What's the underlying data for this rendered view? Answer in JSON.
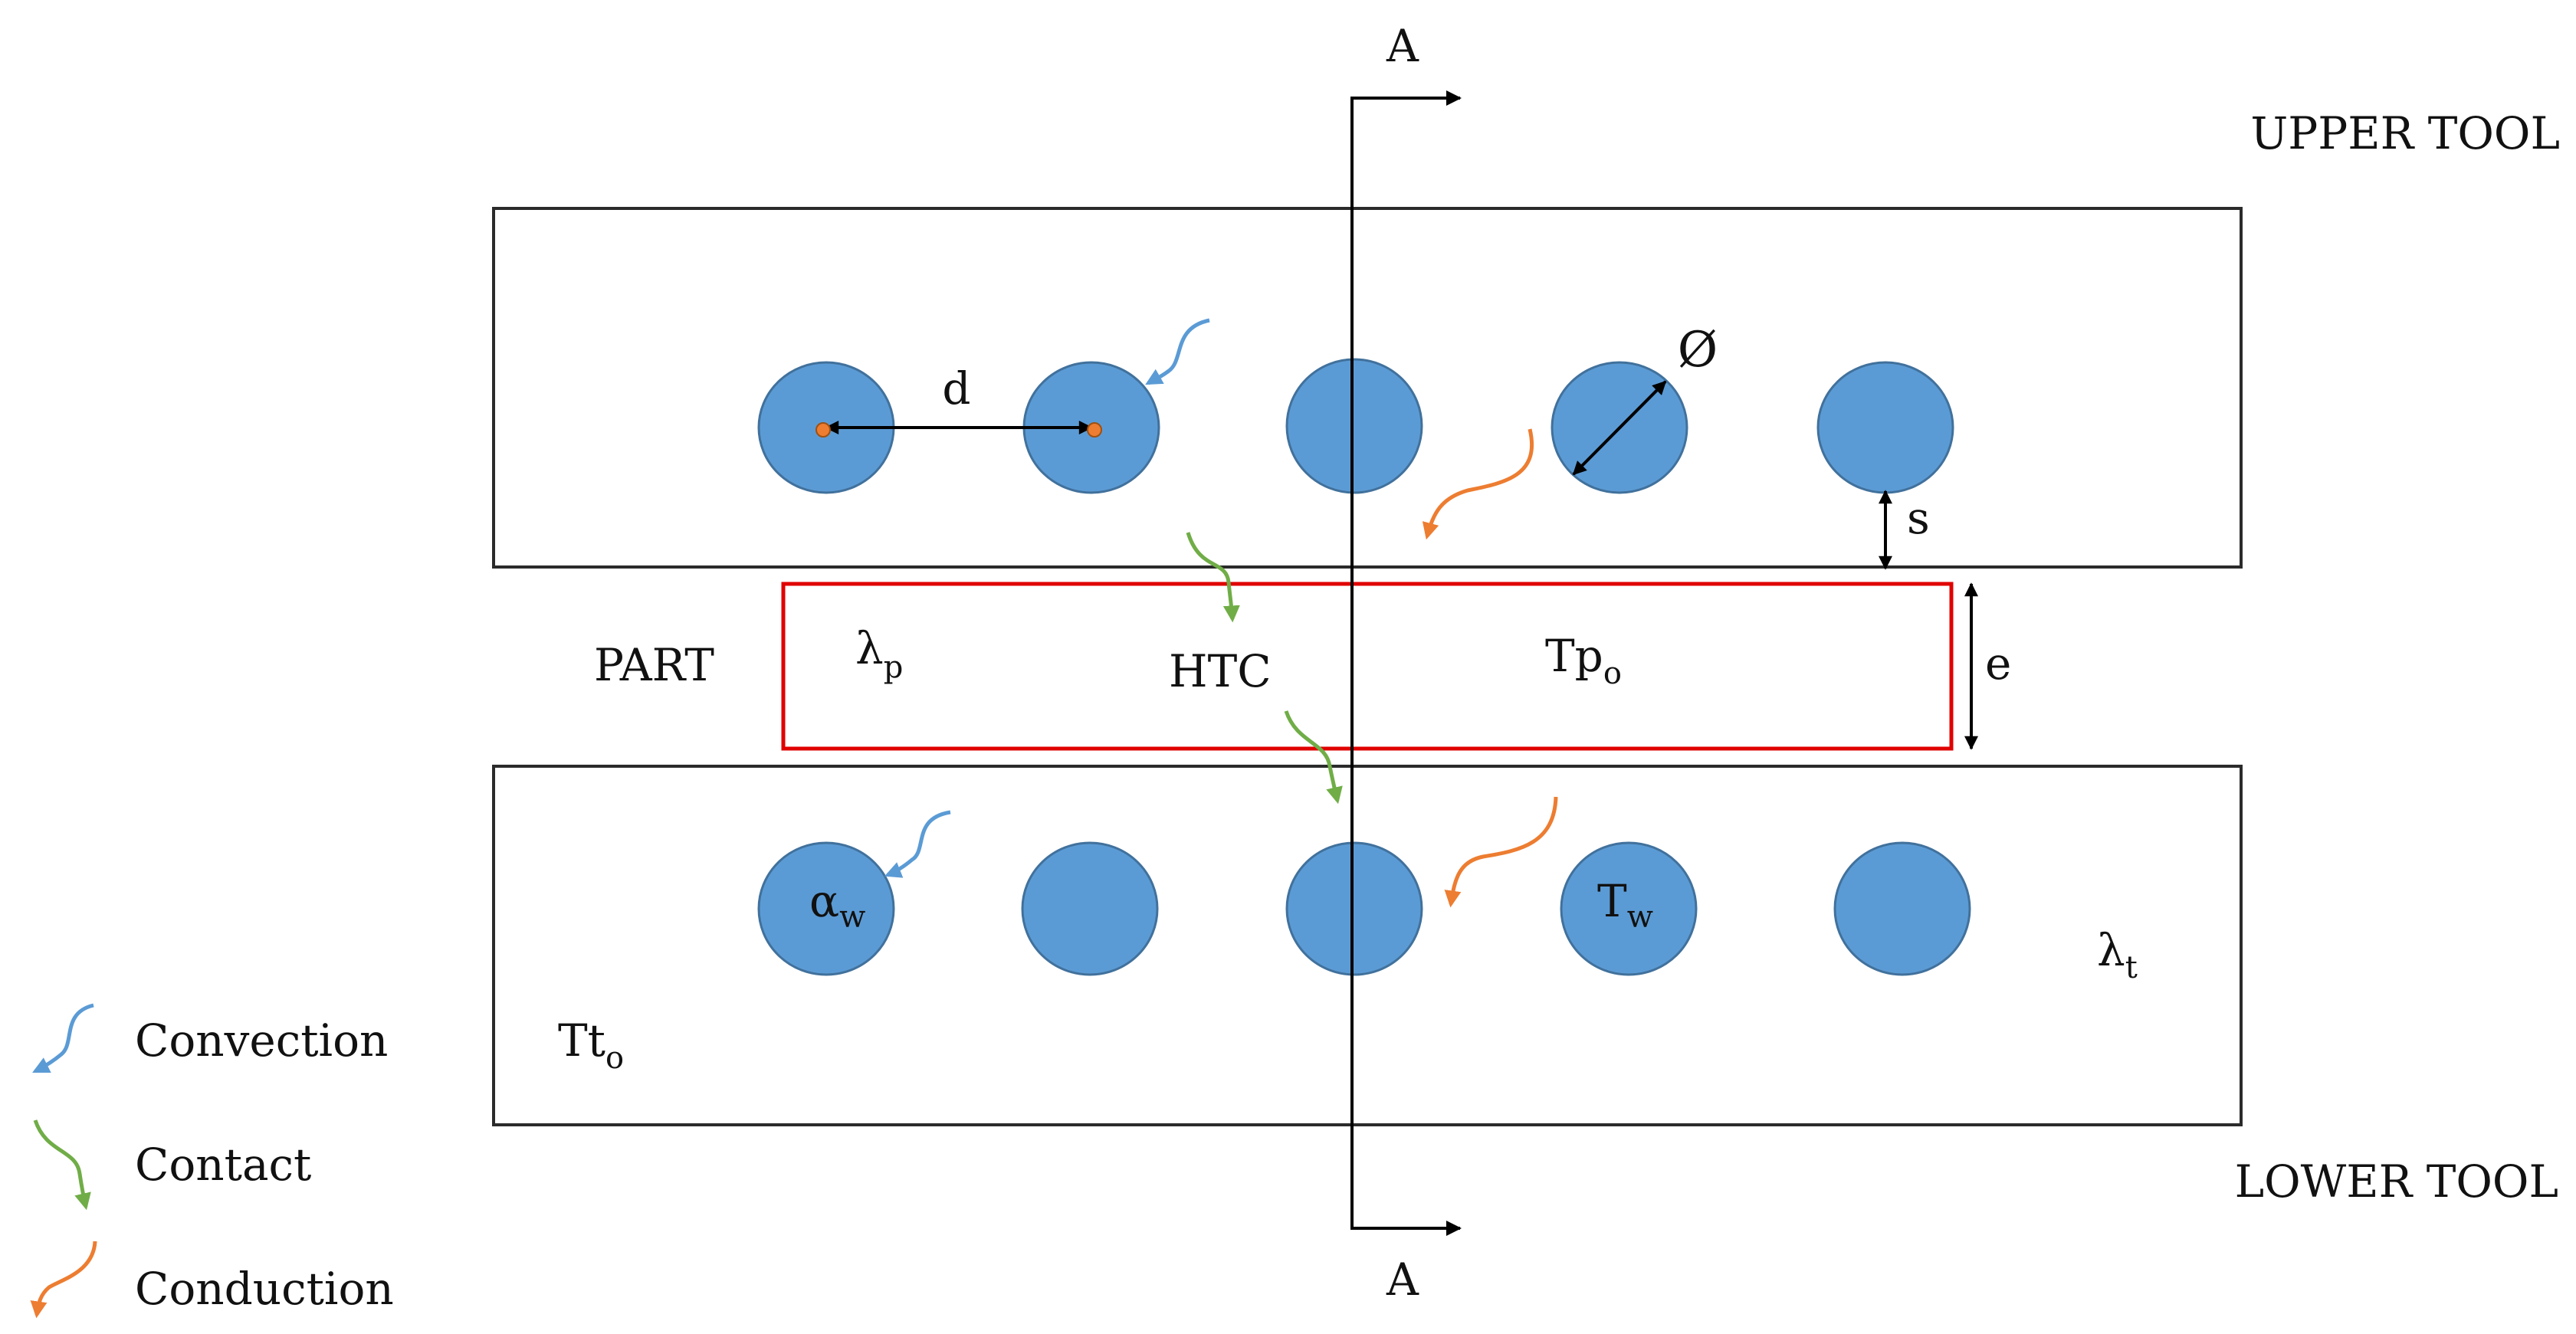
{
  "section": {
    "top": "A",
    "bottom": "A"
  },
  "tools": {
    "upper": "UPPER TOOL",
    "lower": "LOWER TOOL"
  },
  "part": {
    "label": "PART",
    "conductivity": {
      "symbol": "λ",
      "sub": "p"
    },
    "htc": "HTC",
    "initial_temp": {
      "symbol": "Tp",
      "sub": "o"
    }
  },
  "dimensions": {
    "pitch": "d",
    "diameter": "Ø",
    "spacing": "s",
    "thickness": "e"
  },
  "lower_tool": {
    "water_htc": {
      "symbol": "α",
      "sub": "w"
    },
    "water_temp": {
      "symbol": "T",
      "sub": "w"
    },
    "tool_conductivity": {
      "symbol": "λ",
      "sub": "t"
    },
    "initial_temp": {
      "symbol": "Tt",
      "sub": "o"
    }
  },
  "legend": [
    {
      "label": "Convection",
      "color": "#5B9BD5"
    },
    {
      "label": "Contact",
      "color": "#70AD47"
    },
    {
      "label": "Conduction",
      "color": "#ED7D31"
    }
  ],
  "colors": {
    "channel": "#5B9BD5",
    "channel_outline": "#41719C",
    "part_outline": "#E00000",
    "convection": "#5B9BD5",
    "contact": "#70AD47",
    "conduction": "#ED7D31"
  }
}
